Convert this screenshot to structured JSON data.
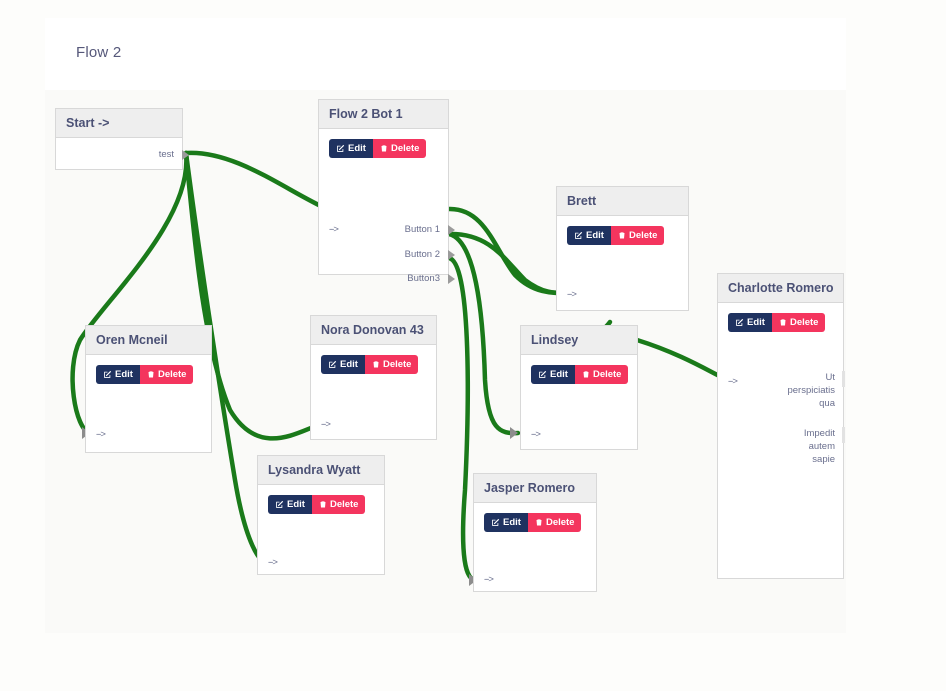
{
  "page": {
    "title": "Flow 2",
    "background": "#fdfdfb",
    "canvas_bg": "#fafaf8"
  },
  "colors": {
    "edit_button": "#1f3260",
    "delete_button": "#f4355e",
    "edge": "#1a7a1a",
    "node_header": "#eeeeee",
    "node_border": "#d8d8d8",
    "text": "#4b5175",
    "port_text": "#6a6f8e"
  },
  "labels": {
    "edit": "Edit",
    "delete": "Delete",
    "arrow_in": "-->"
  },
  "nodes": [
    {
      "id": "start",
      "title": "Start ->",
      "has_buttons": false,
      "outputs": [
        "test"
      ],
      "inputs": []
    },
    {
      "id": "flow2bot1",
      "title": "Flow 2 Bot 1",
      "has_buttons": true,
      "outputs": [
        "Button 1",
        "Button 2",
        "Button3"
      ],
      "inputs": [
        "-->"
      ]
    },
    {
      "id": "oren",
      "title": "Oren Mcneil",
      "has_buttons": true,
      "outputs": [],
      "inputs": [
        "-->"
      ]
    },
    {
      "id": "nora",
      "title": "Nora Donovan 43",
      "has_buttons": true,
      "outputs": [],
      "inputs": [
        "-->"
      ]
    },
    {
      "id": "lysandra",
      "title": "Lysandra Wyatt",
      "has_buttons": true,
      "outputs": [],
      "inputs": [
        "-->"
      ]
    },
    {
      "id": "jasper",
      "title": "Jasper Romero",
      "has_buttons": true,
      "outputs": [],
      "inputs": [
        "-->"
      ]
    },
    {
      "id": "brett",
      "title": "Brett",
      "has_buttons": true,
      "outputs": [],
      "inputs": [
        "-->"
      ]
    },
    {
      "id": "lindsey",
      "title": "Lindsey",
      "has_buttons": true,
      "outputs": [],
      "inputs": [
        "-->"
      ]
    },
    {
      "id": "charlotte",
      "title": "Charlotte Romero",
      "has_buttons": true,
      "outputs": [
        "Ut perspiciatis qua",
        "Impedit autem sapie"
      ],
      "inputs": [
        "-->"
      ]
    }
  ],
  "node_text": {
    "start_title": "Start ->",
    "start_out_test": "test",
    "bot_title": "Flow 2 Bot 1",
    "bot_btn1": "Button 1",
    "bot_btn2": "Button 2",
    "bot_btn3": "Button3",
    "oren_title": "Oren Mcneil",
    "nora_title": "Nora Donovan 43",
    "lysandra_title": "Lysandra Wyatt",
    "jasper_title": "Jasper Romero",
    "brett_title": "Brett",
    "lindsey_title": "Lindsey",
    "charlotte_title": "Charlotte Romero",
    "charlotte_out1_l1": "Ut",
    "charlotte_out1_l2": "perspiciatis",
    "charlotte_out1_l3": "qua",
    "charlotte_out2_l1": "Impedit",
    "charlotte_out2_l2": "autem",
    "charlotte_out2_l3": "sapie"
  },
  "edges": [
    {
      "from": "start.test",
      "to": "flow2bot1.in"
    },
    {
      "from": "start.test",
      "to": "oren.in"
    },
    {
      "from": "start.test",
      "to": "nora.in"
    },
    {
      "from": "start.test",
      "to": "lysandra.in"
    },
    {
      "from": "flow2bot1.Button 1",
      "to": "brett.in"
    },
    {
      "from": "flow2bot1.Button 2",
      "to": "brett.in"
    },
    {
      "from": "flow2bot1.Button 2",
      "to": "lindsey.in"
    },
    {
      "from": "flow2bot1.Button3",
      "to": "jasper.in"
    },
    {
      "from": "brett.out",
      "to": "lindsey.in"
    },
    {
      "from": "lindsey.out",
      "to": "charlotte.in"
    }
  ]
}
